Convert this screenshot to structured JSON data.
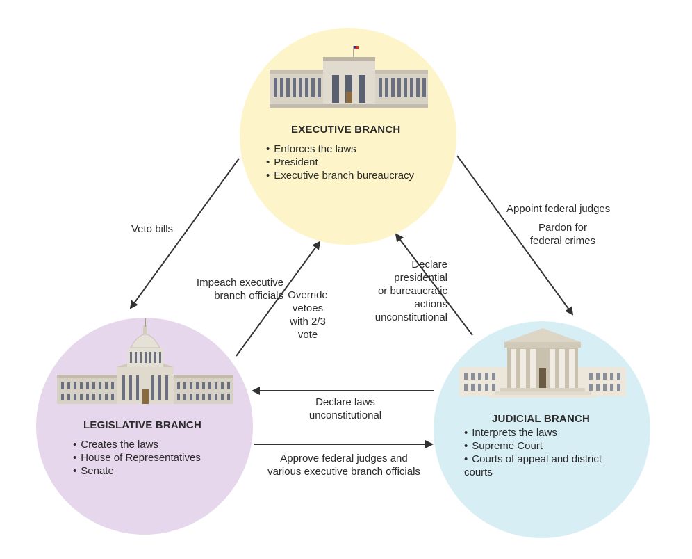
{
  "executive": {
    "title": "EXECUTIVE BRANCH",
    "items": [
      "Enforces the laws",
      "President",
      "Executive branch bureaucracy"
    ],
    "color": "#fdf5c9"
  },
  "legislative": {
    "title": "LEGISLATIVE BRANCH",
    "items": [
      "Creates the laws",
      "House of Representatives",
      "Senate"
    ],
    "color": "#e7d7ec"
  },
  "judicial": {
    "title": "JUDICIAL BRANCH",
    "items": [
      "Interprets the laws",
      "Supreme Court",
      "Courts of appeal and district\ncourts"
    ],
    "color": "#d8eef5"
  },
  "arrows": {
    "veto": "Veto bills",
    "impeach": "Impeach executive\nbranch officials",
    "override": "Override\nvetoes\nwith 2/3\nvote",
    "declare_actions": "Declare\npresidential\nor bureaucratic\nactions\nunconstitutional",
    "appoint": "Appoint federal judges",
    "pardon": "Pardon for\nfederal crimes",
    "declare_laws": "Declare laws\nunconstitutional",
    "approve": "Approve federal judges and\nvarious executive branch officials"
  },
  "icons": {
    "executive": "executive-building-icon",
    "legislative": "capitol-building-icon",
    "judicial": "supreme-court-building-icon"
  }
}
